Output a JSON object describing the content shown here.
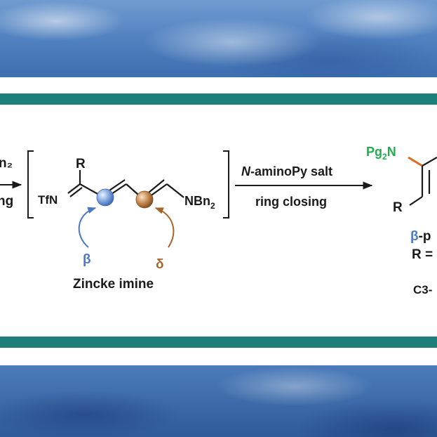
{
  "colors": {
    "teal_band": "#1e7f7a",
    "beta_blue": "#4a79c4",
    "delta_brown": "#a8642a",
    "pg_green": "#1fae4b",
    "bond_orange": "#e06a1d",
    "text": "#1a1a1a"
  },
  "scheme": {
    "left_reagent_top": "n₂",
    "left_reagent_bottom": "ng",
    "substituent_r": "R",
    "tfn_label": "TfN",
    "nbn2_main": "NBn",
    "nbn2_sub": "2",
    "beta_label": "β",
    "delta_label": "δ",
    "intermediate_name": "Zincke imine",
    "arrow_reagent_italic": "N",
    "arrow_reagent_rest": "-aminoPy salt",
    "arrow_condition": "ring closing",
    "product_pg_main": "Pg",
    "product_pg_sub": "2",
    "product_pg_n": "N",
    "product_r": "R",
    "product_beta_symbol": "β",
    "product_beta_rest": "-p",
    "product_r_eq": "R =",
    "product_c3": "C3-"
  }
}
